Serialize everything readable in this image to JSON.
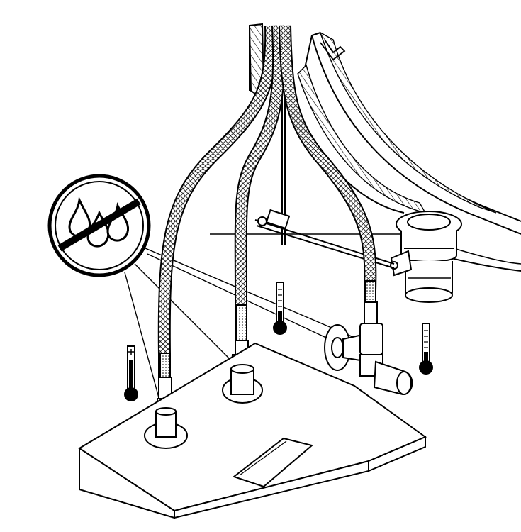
{
  "diagram": {
    "description_labels": [],
    "colors": {
      "ink": "#000000",
      "paper": "#ffffff",
      "hatch": "#6b6b6b"
    },
    "icons": [
      "no-water-drops-icon",
      "thermometer-icon",
      "thermometer-icon",
      "thermometer-icon"
    ],
    "parts": [
      "wall-mounted-sink-basin",
      "pop-up-drain-waste",
      "drain-pull-rod",
      "braided-hose-left",
      "braided-hose-center",
      "braided-hose-right",
      "angle-stop-valve",
      "mounting-box",
      "box-outlet-left",
      "box-outlet-center"
    ]
  }
}
